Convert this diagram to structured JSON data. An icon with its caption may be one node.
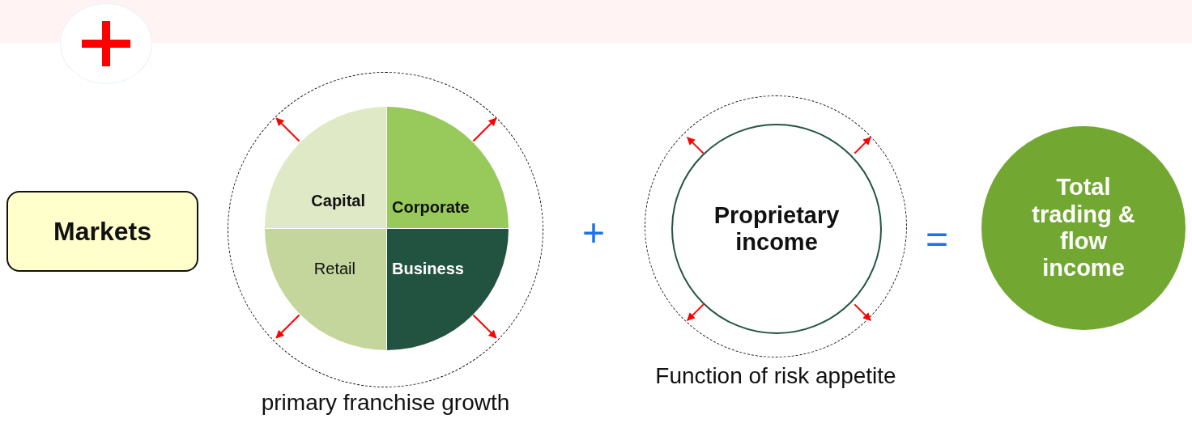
{
  "diagram": {
    "nodes": [
      {
        "text": [
          "Markets"
        ]
      },
      {
        "text": [],
        "shape": "circle",
        "beside": [
          "primary franchise growth"
        ]
      },
      {
        "text": [
          "Capital"
        ],
        "in": 1
      },
      {
        "text": [
          "Corporate"
        ],
        "in": 1
      },
      {
        "text": [
          "Retail"
        ],
        "in": 1
      },
      {
        "text": [
          "Business"
        ],
        "in": 1
      },
      {
        "text": [],
        "shape": "circle",
        "beside": [
          "Function of risk appetite"
        ]
      },
      {
        "text": [
          "Proprietary income"
        ],
        "in": 6
      },
      {
        "text": [
          "Total trading & flow income"
        ]
      }
    ],
    "labels": [
      "+",
      "="
    ]
  }
}
